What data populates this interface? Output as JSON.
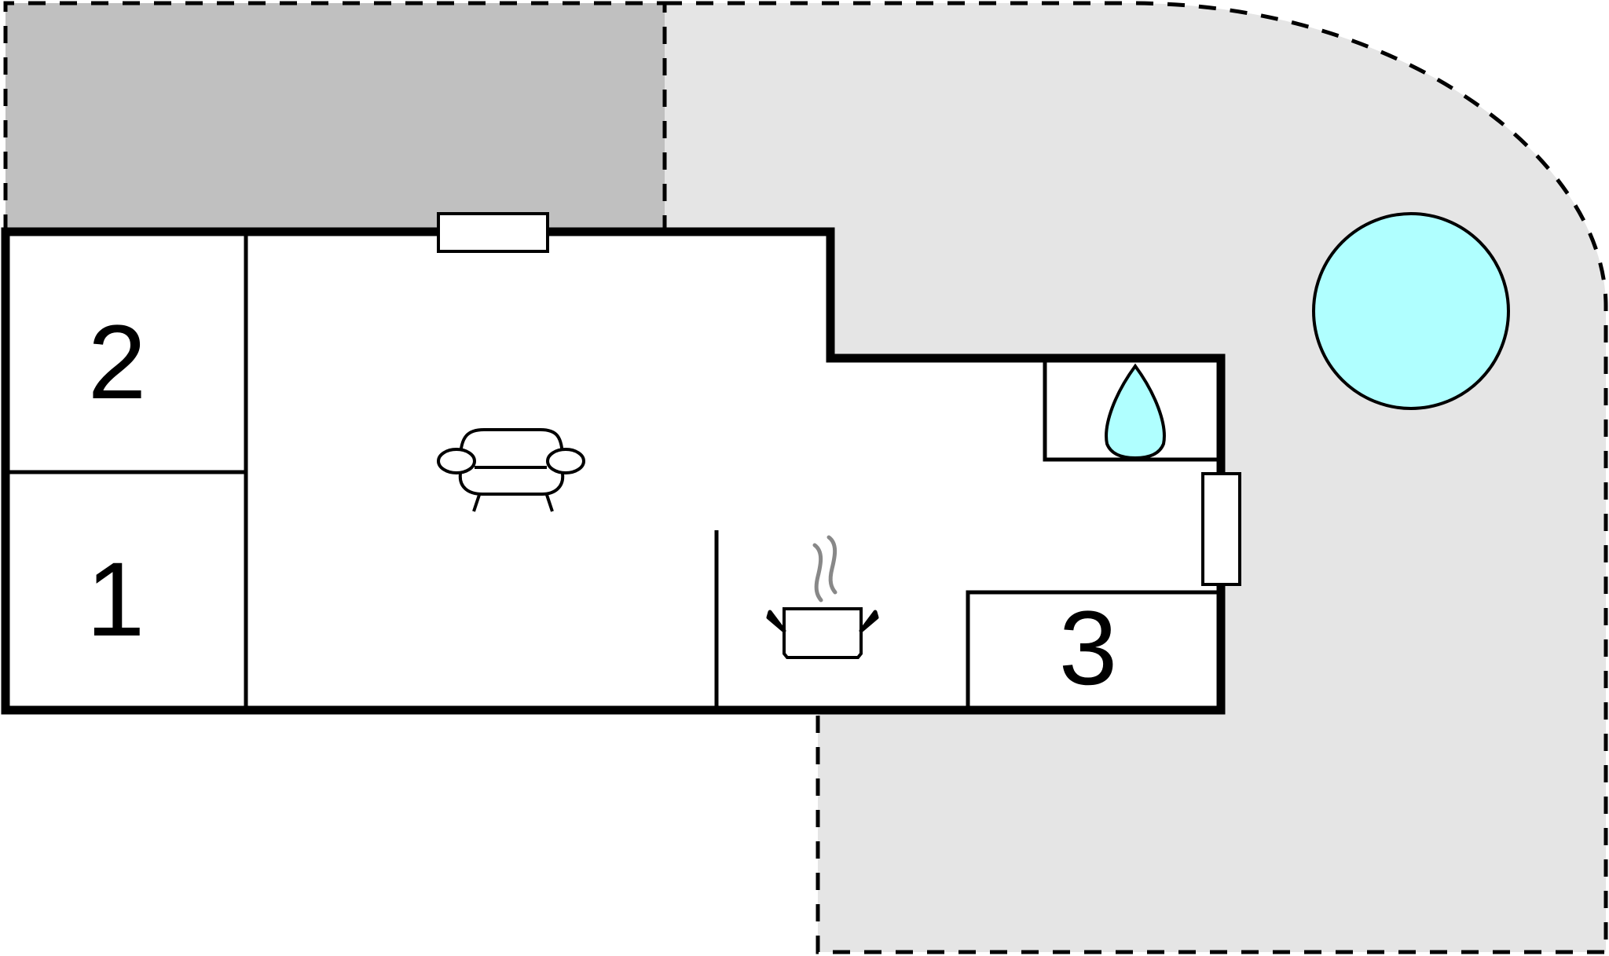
{
  "plan": {
    "type": "floor-plan",
    "colors": {
      "wall": "#000000",
      "interior": "#ffffff",
      "covered_terrace": "#c0c0c0",
      "garden": "#e5e5e5",
      "water": "#b0ffff",
      "steam": "#888888"
    },
    "rooms": [
      {
        "label": "2",
        "kind": "bedroom"
      },
      {
        "label": "1",
        "kind": "bedroom"
      },
      {
        "label": "3",
        "kind": "bedroom"
      }
    ],
    "areas": {
      "living_room": {
        "icon": "sofa-icon"
      },
      "kitchen": {
        "icon": "cooking-pot-icon"
      },
      "bathroom": {
        "icon": "water-drop-icon"
      },
      "pool": {
        "shape": "circle"
      },
      "terrace": {
        "style": "dashed-outline"
      },
      "garden": {
        "style": "dashed-outline"
      }
    },
    "windows": [
      {
        "position": "top-wall"
      },
      {
        "position": "right-wall"
      }
    ]
  }
}
